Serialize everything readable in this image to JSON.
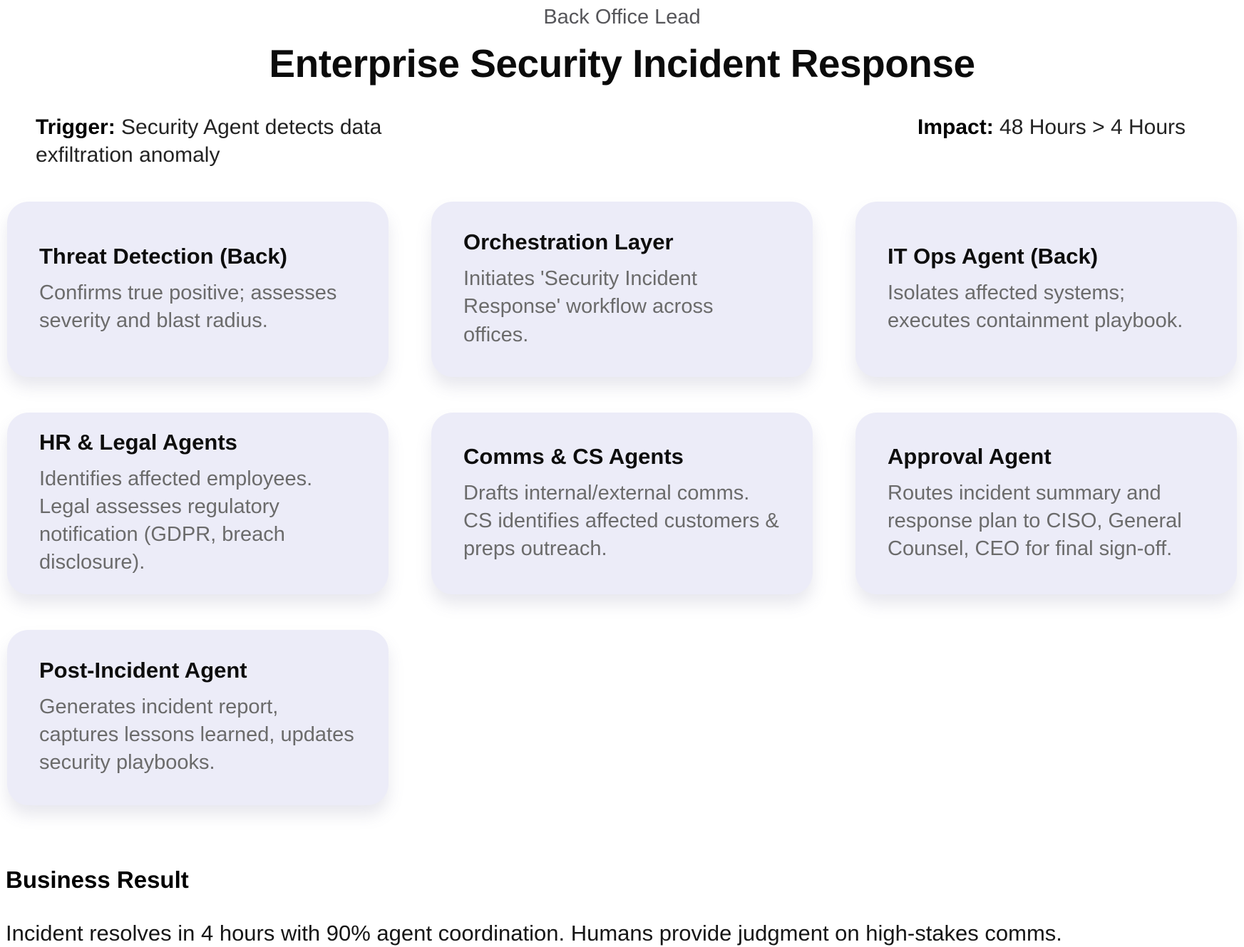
{
  "page": {
    "eyebrow": "Back Office Lead",
    "title": "Enterprise Security Incident Response",
    "trigger_label": "Trigger:",
    "trigger_text": " Security Agent detects data exfiltration anomaly",
    "impact_label": "Impact:",
    "impact_text": " 48 Hours > 4 Hours"
  },
  "cards": [
    {
      "title": "Threat Detection (Back)",
      "body": "Confirms true positive; assesses severity and blast radius."
    },
    {
      "title": "Orchestration Layer",
      "body": "Initiates 'Security Incident Response' workflow across offices."
    },
    {
      "title": "IT Ops Agent (Back)",
      "body": "Isolates affected systems; executes containment playbook."
    },
    {
      "title": "HR & Legal Agents",
      "body": "Identifies affected employees. Legal assesses regulatory notification (GDPR, breach disclosure)."
    },
    {
      "title": "Comms & CS Agents",
      "body": "Drafts internal/external comms. CS identifies affected customers & preps outreach."
    },
    {
      "title": "Approval Agent",
      "body": "Routes incident summary and response plan to CISO, General Counsel, CEO for final sign-off."
    },
    {
      "title": "Post-Incident Agent",
      "body": "Generates incident report, captures lessons learned, updates security playbooks."
    }
  ],
  "result": {
    "heading": "Business Result",
    "text": "Incident resolves in 4 hours with 90% agent coordination. Humans provide judgment on high-stakes comms."
  },
  "colors": {
    "card_background": "#ECECF8",
    "card_title": "#0d0d0d",
    "card_body_gray": "#6b6b6b",
    "eyebrow_gray": "#56565a"
  }
}
